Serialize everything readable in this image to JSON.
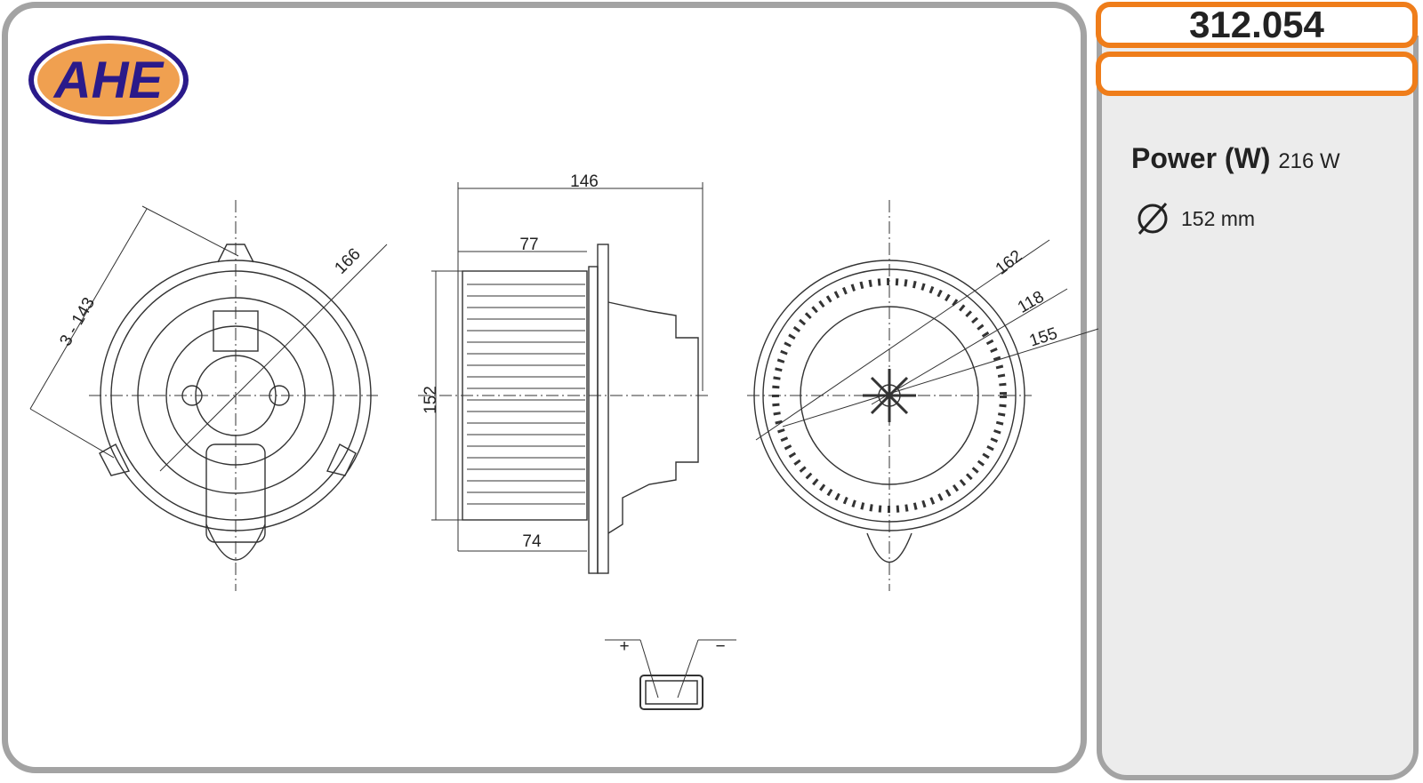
{
  "brand": {
    "logo_text": "AHE",
    "colors": {
      "logo_fill": "#f0a050",
      "logo_border": "#2a1a8a",
      "accent": "#ef7d1a"
    }
  },
  "part_number": "312.054",
  "specs": {
    "power_label": "Power (W)",
    "power_value": "216 W",
    "diameter_icon": "diameter-icon",
    "diameter_value": "152 mm"
  },
  "dimensions": {
    "front_bolt_circle": "3 - 143",
    "front_outer": "166",
    "side_total_length": "146",
    "side_fan_length": "77",
    "side_fan_bottom": "74",
    "side_height": "152",
    "rear_outer": "162",
    "rear_inner": "118",
    "rear_mid": "155"
  },
  "connector": {
    "plus": "+",
    "minus": "−"
  }
}
